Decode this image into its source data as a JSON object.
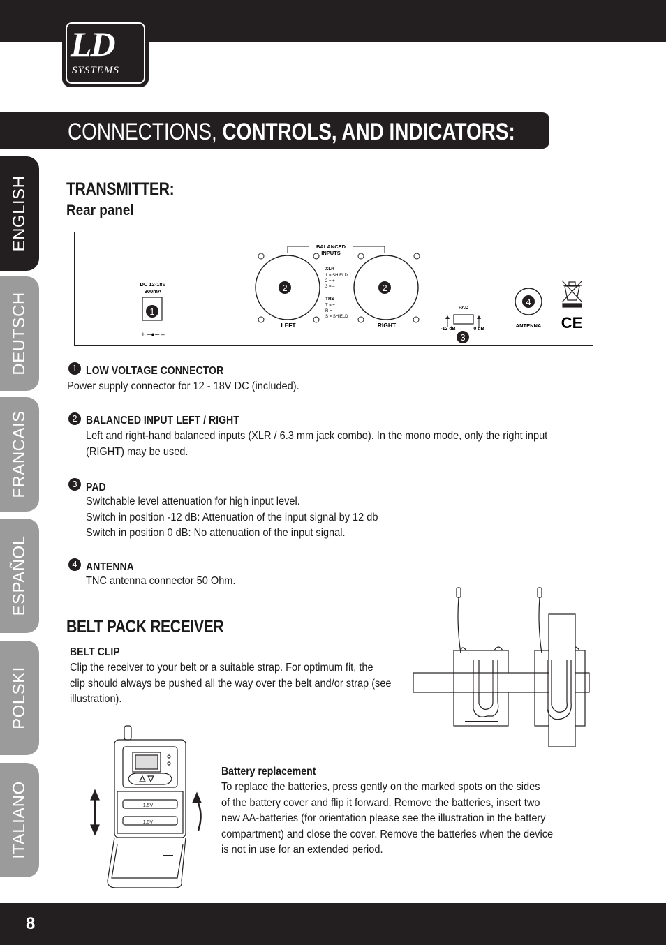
{
  "logo": {
    "brand": "LD",
    "sub": "SYSTEMS"
  },
  "page_title": {
    "light": "CONNECTIONS, ",
    "bold": "CONTROLS, AND INDICATORS:"
  },
  "language_tabs": [
    "ENGLISH",
    "DEUTSCH",
    "FRANCAIS",
    "ESPAÑOL",
    "POLSKI",
    "ITALIANO"
  ],
  "transmitter": {
    "heading": "TRANSMITTER:",
    "subheading": "Rear panel",
    "panel": {
      "dc_label_1": "DC 12-18V",
      "dc_label_2": "300mA",
      "polarity": "+ ─●─ –",
      "balanced_1": "BALANCED",
      "balanced_2": "INPUTS",
      "xlr": [
        "XLR",
        "1 = SHIELD",
        "2 = +",
        "3 = –"
      ],
      "trs": [
        "TRS",
        "T = +",
        "R = –",
        "S = SHIELD"
      ],
      "left": "LEFT",
      "right": "RIGHT",
      "pad": "PAD",
      "minus12": "-12 dB",
      "zero": "0 dB",
      "antenna": "ANTENNA",
      "n1": "1",
      "n2": "2",
      "n3": "3",
      "n4": "4"
    },
    "items": [
      {
        "num": "1",
        "title": "LOW VOLTAGE CONNECTOR",
        "lines": [
          "Power supply connector for 12 - 18V DC (included)."
        ]
      },
      {
        "num": "2",
        "title": "BALANCED INPUT LEFT / RIGHT",
        "lines": [
          "Left and right-hand balanced inputs (XLR / 6.3 mm jack combo). In the mono mode, only the right input",
          "(RIGHT) may be used."
        ]
      },
      {
        "num": "3",
        "title": "PAD",
        "lines": [
          "Switchable level attenuation for high input level.",
          "Switch in position -12 dB: Attenuation of the input signal by 12 db",
          "Switch in position 0 dB: No attenuation of the input signal."
        ]
      },
      {
        "num": "4",
        "title": "ANTENNA",
        "lines": [
          "TNC antenna connector 50 Ohm."
        ]
      }
    ]
  },
  "belt_pack": {
    "heading": "BELT PACK RECEIVER",
    "clip_title": "BELT CLIP",
    "clip_lines": [
      "Clip the receiver to your belt or a suitable strap. For optimum fit, the",
      "clip should always be pushed all the way over the belt and/or strap (see",
      "illustration)."
    ],
    "battery_title": "Battery replacement",
    "battery_lines": [
      "To replace the batteries, press gently on the marked spots on the sides",
      "of the battery cover and flip it forward. Remove the batteries, insert two",
      "new AA-batteries (for orientation please see the illustration in the battery",
      "compartment) and close the cover. Remove the batteries when the device",
      "is not in use for an extended period."
    ],
    "battery_cell_label": "1.5V"
  },
  "page_number": "8"
}
